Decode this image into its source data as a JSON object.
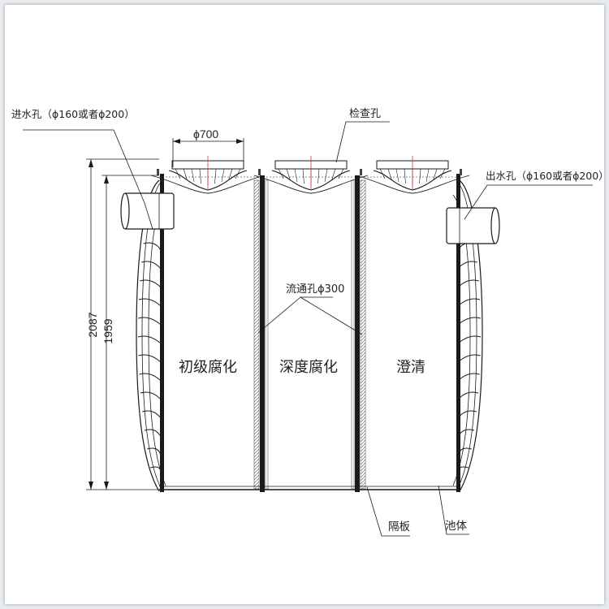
{
  "labels": {
    "inlet": "进水孔（ϕ160或者ϕ200）",
    "inspection": "检查孔",
    "outlet": "出水孔（ϕ160或者ϕ200）",
    "flow_hole": "流通孔ϕ300",
    "partition": "隔板",
    "tank_body": "池体",
    "diameter": "ϕ700"
  },
  "chambers": {
    "first": "初级腐化",
    "second": "深度腐化",
    "third": "澄清"
  },
  "dimensions": {
    "outer_height": "2087",
    "inner_height": "1959"
  },
  "colors": {
    "line": "#1a1a1a",
    "center_mark": "#d23a3a",
    "background": "#ffffff"
  }
}
